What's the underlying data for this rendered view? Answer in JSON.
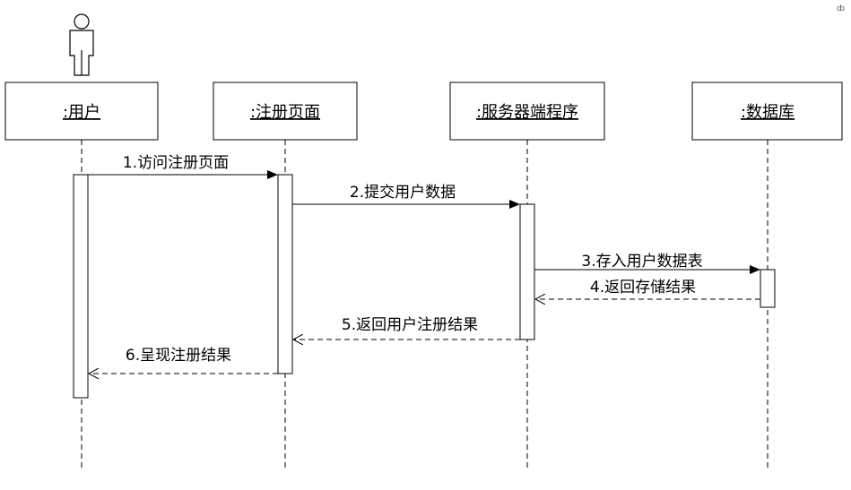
{
  "diagram": {
    "type": "sequence",
    "lifelines": [
      {
        "id": "user",
        "label": ":用户",
        "actor": true
      },
      {
        "id": "page",
        "label": ":注册页面",
        "actor": false
      },
      {
        "id": "server",
        "label": ":服务器端程序",
        "actor": false
      },
      {
        "id": "db",
        "label": ":数据库",
        "actor": false
      }
    ],
    "messages": [
      {
        "label": "1.访问注册页面",
        "from": "user",
        "to": "page",
        "kind": "call"
      },
      {
        "label": "2.提交用户数据",
        "from": "page",
        "to": "server",
        "kind": "call"
      },
      {
        "label": "3.存入用户数据表",
        "from": "server",
        "to": "db",
        "kind": "call"
      },
      {
        "label": "4.返回存储结果",
        "from": "db",
        "to": "server",
        "kind": "return"
      },
      {
        "label": "5.返回用户注册结果",
        "from": "server",
        "to": "page",
        "kind": "return"
      },
      {
        "label": "6.呈现注册结果",
        "from": "page",
        "to": "user",
        "kind": "return"
      }
    ],
    "corner_mark": "ȸ",
    "colors": {
      "stroke": "#000000",
      "background": "#ffffff",
      "activation_fill": "#ffffff"
    }
  }
}
